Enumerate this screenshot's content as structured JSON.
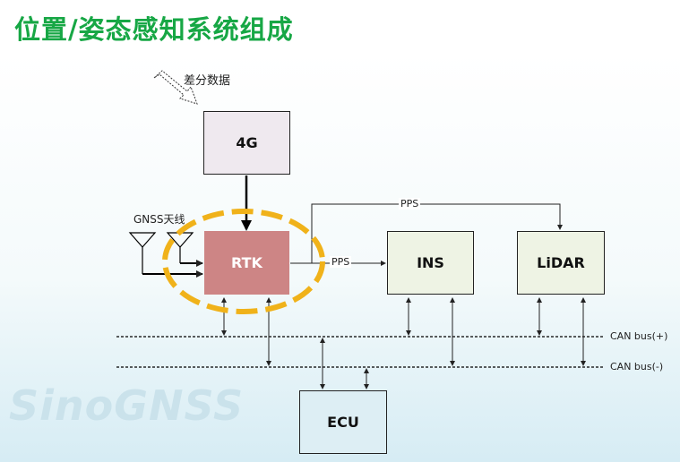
{
  "title": "位置/姿态感知系统组成",
  "annotations": {
    "diff_data": "差分数据",
    "gnss_antenna": "GNSS天线",
    "pps_top": "PPS",
    "pps_mid": "PPS",
    "can_plus": "CAN bus(+)",
    "can_minus": "CAN bus(-)"
  },
  "blocks": {
    "g4": "4G",
    "rtk": "RTK",
    "ins": "INS",
    "lidar": "LiDAR",
    "ecu": "ECU"
  },
  "watermark": "SinoGNSS",
  "colors": {
    "title": "#17a745",
    "rtk_fill": "#cd8585",
    "highlight_ellipse": "#f0b21a",
    "sensor_fill": "#eef3e4",
    "ecu_fill": "#ddeef4",
    "g4_fill": "#efe9ef"
  }
}
